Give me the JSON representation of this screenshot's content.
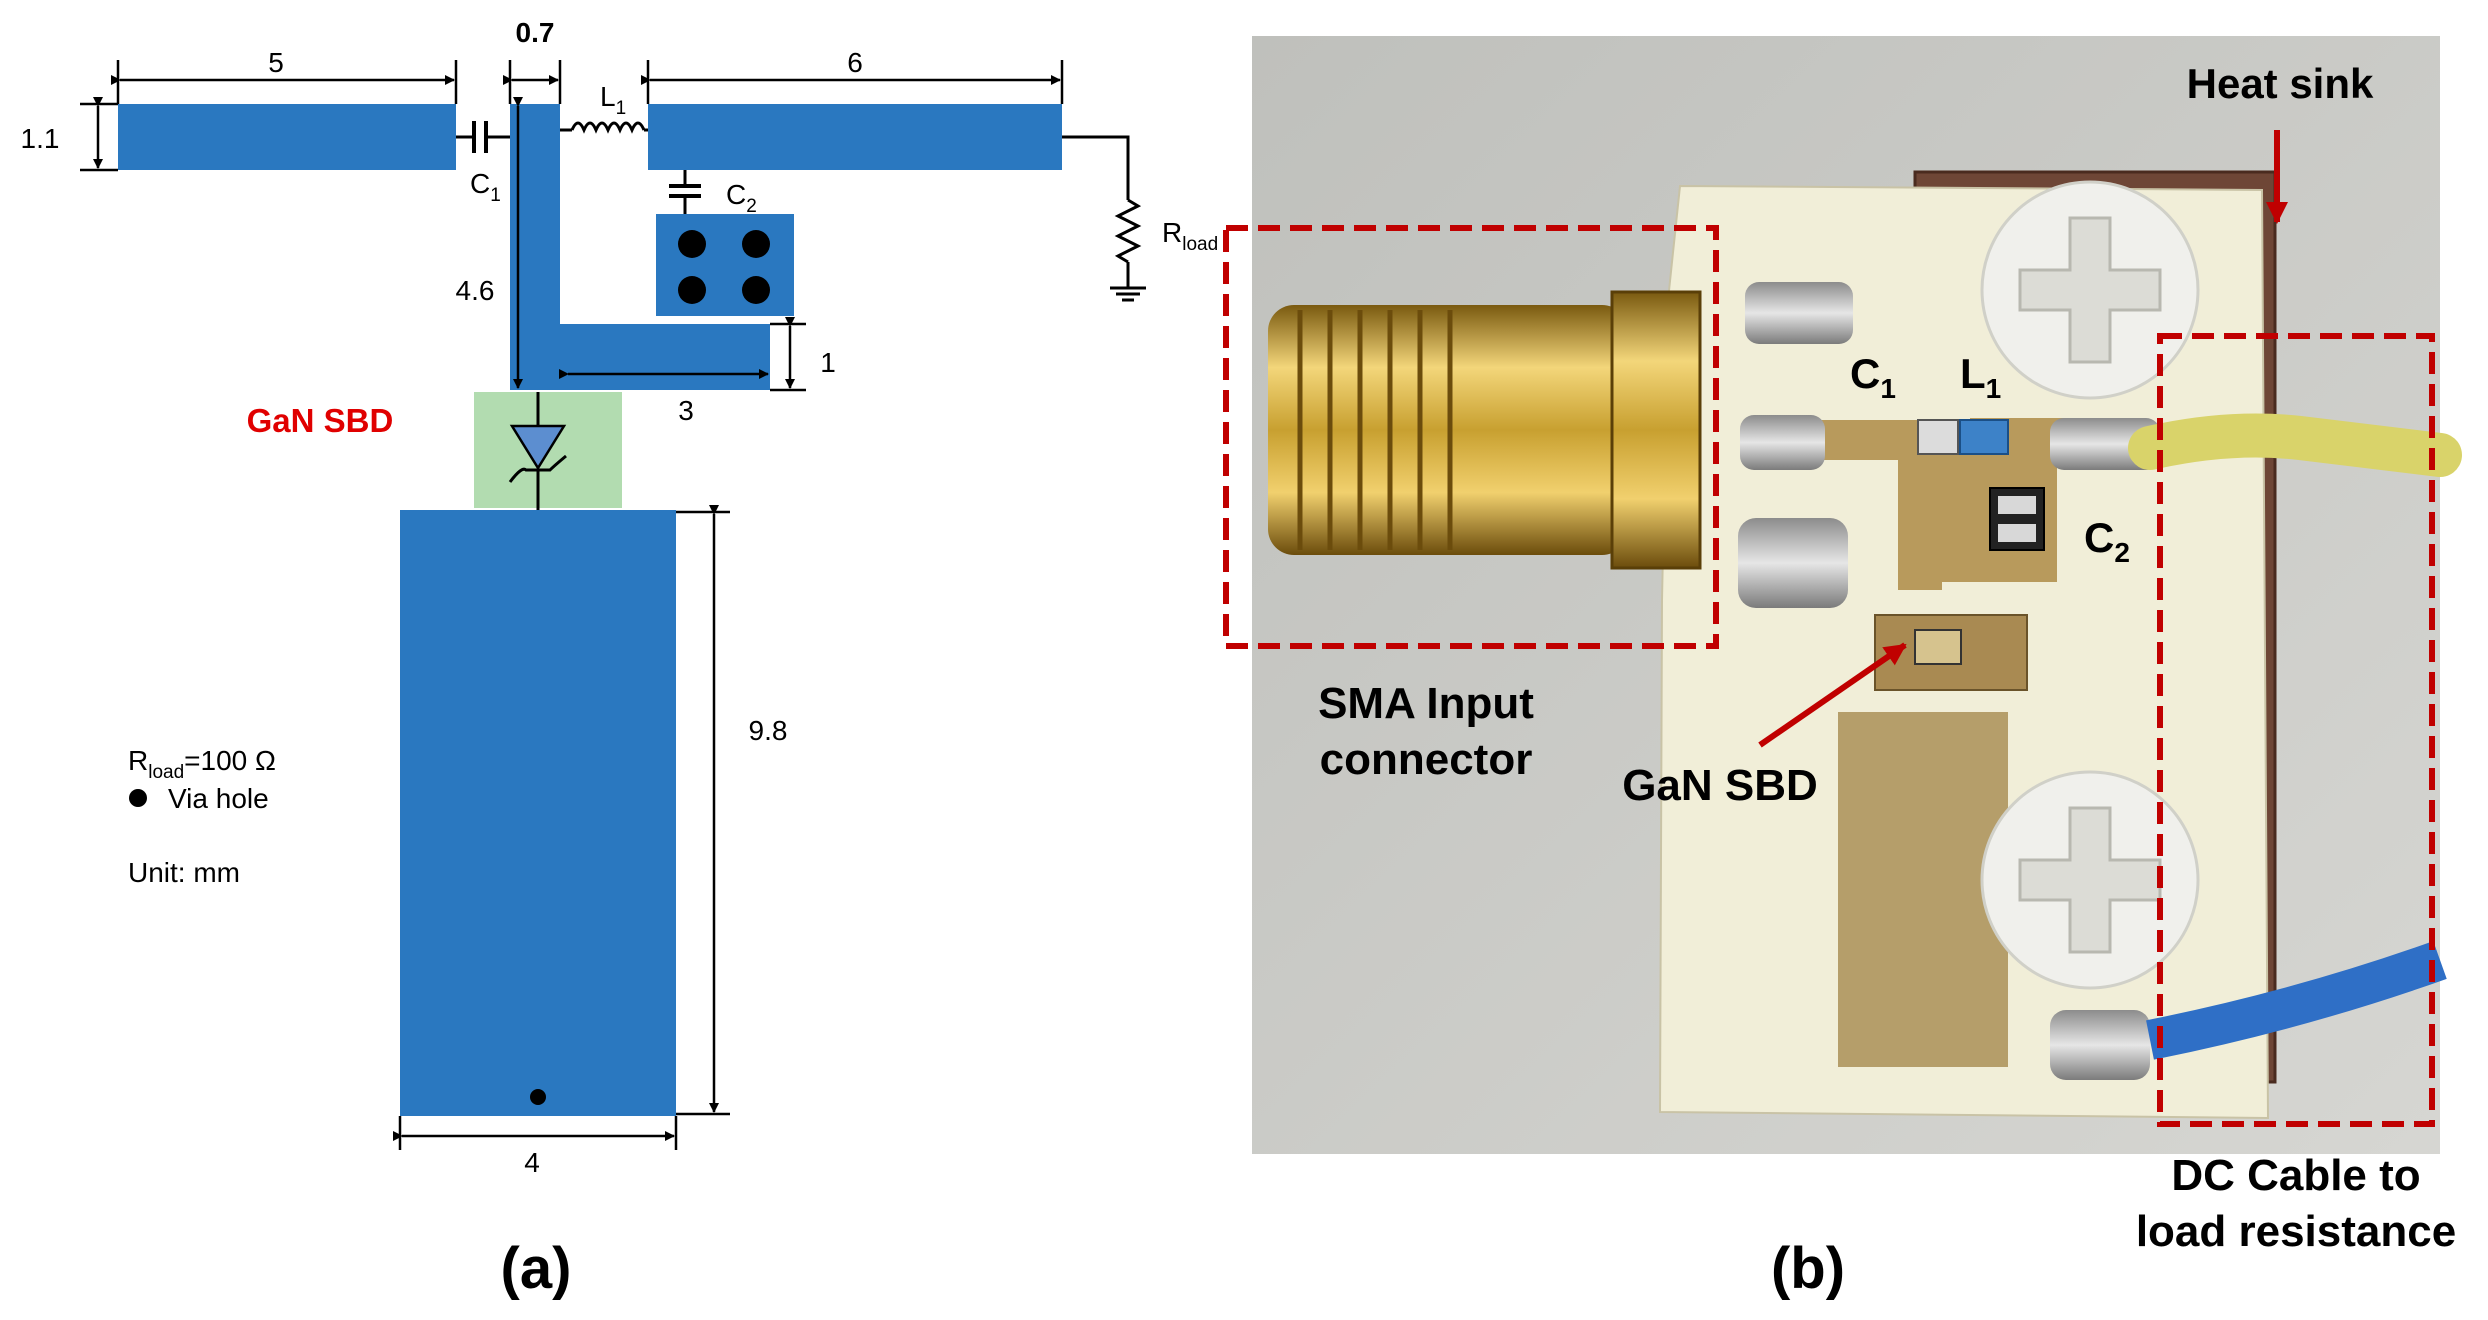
{
  "panel_a": {
    "caption": "(a)",
    "dims": {
      "top_left_len": "5",
      "top_left_height": "1.1",
      "stub_width": "0.7",
      "top_right_len": "6",
      "stub_len": "4.6",
      "short_stub_height": "1",
      "short_stub_len": "3",
      "bottom_len": "9.8",
      "bottom_width": "4"
    },
    "labels": {
      "c1": "C",
      "c1_sub": "1",
      "c2": "C",
      "c2_sub": "2",
      "l1": "L",
      "l1_sub": "1",
      "rload": "R",
      "rload_sub": "load",
      "diode": "GaN SBD"
    },
    "legend": {
      "rload_prefix": "R",
      "rload_sub": "load",
      "rload_value": "=100 Ω",
      "via": "Via hole",
      "unit": "Unit: mm"
    },
    "colors": {
      "trace": "#2a78c0",
      "diode_pad": "#b2dcb0",
      "diode_label": "#e00000"
    }
  },
  "panel_b": {
    "caption": "(b)",
    "labels": {
      "heat_sink": "Heat sink",
      "c1": "C",
      "c1_sub": "1",
      "l1": "L",
      "l1_sub": "1",
      "c2": "C",
      "c2_sub": "2",
      "sma_line1": "SMA Input",
      "sma_line2": "connector",
      "gan": "GaN SBD",
      "dc_line1": "DC Cable to",
      "dc_line2": "load resistance"
    },
    "colors": {
      "box": "#c00000",
      "arrow": "#c00000"
    }
  }
}
